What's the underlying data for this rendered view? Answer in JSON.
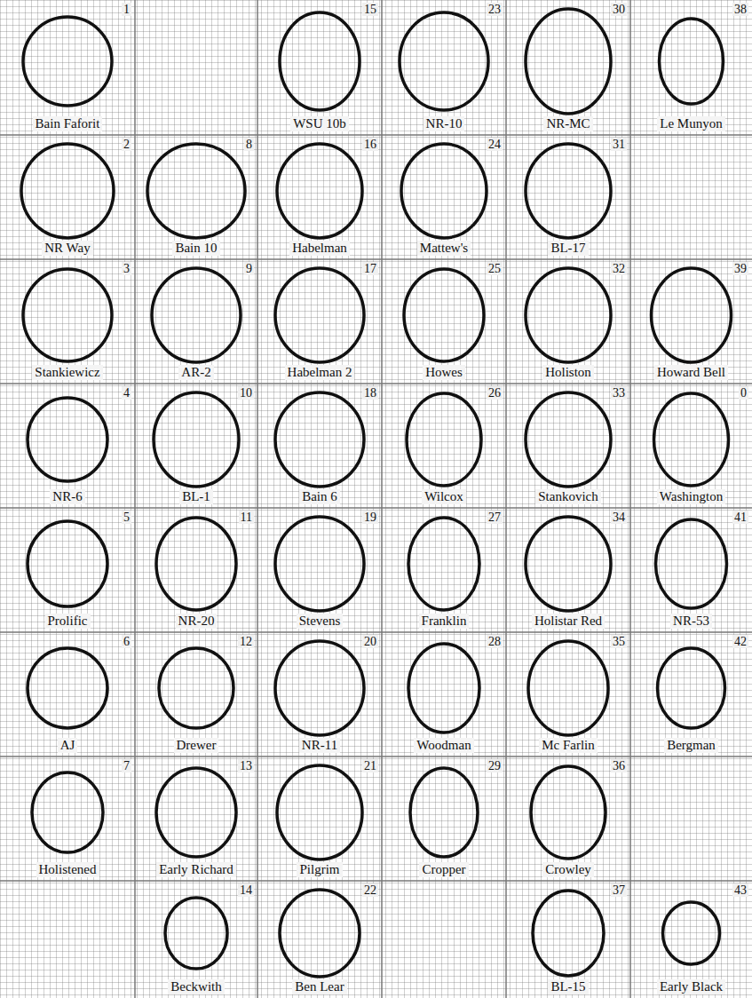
{
  "diagram": {
    "labels": [
      "1",
      "Bain Faforit",
      "15",
      "WSU 10b",
      "23",
      "NR-10",
      "30",
      "NR-MC",
      "38",
      "Le Munyon",
      "2",
      "NR Way",
      "8",
      "Bain 10",
      "16",
      "Habelman",
      "24",
      "Mattew's",
      "31",
      "BL-17",
      "3",
      "Stankiewicz",
      "9",
      "AR-2",
      "17",
      "Habelman 2",
      "25",
      "Howes",
      "32",
      "Holiston",
      "39",
      "Howard Bell",
      "4",
      "NR-6",
      "10",
      "BL-1",
      "18",
      "Bain 6",
      "26",
      "Wilcox",
      "33",
      "Stankovich",
      "0",
      "Washington",
      "5",
      "Prolific",
      "11",
      "NR-20",
      "19",
      "Stevens",
      "27",
      "Franklin",
      "34",
      "Holistar Red",
      "41",
      "NR-53",
      "6",
      "AJ",
      "12",
      "Drewer",
      "20",
      "NR-11",
      "28",
      "Woodman",
      "35",
      "Mc Farlin",
      "42",
      "Bergman",
      "7",
      "Holistened",
      "13",
      "Early Richard",
      "21",
      "Pilgrim",
      "29",
      "Cropper",
      "36",
      "Crowley",
      "14",
      "Beckwith",
      "22",
      "Ben Lear",
      "37",
      "BL-15",
      "43",
      "Early Black"
    ]
  }
}
